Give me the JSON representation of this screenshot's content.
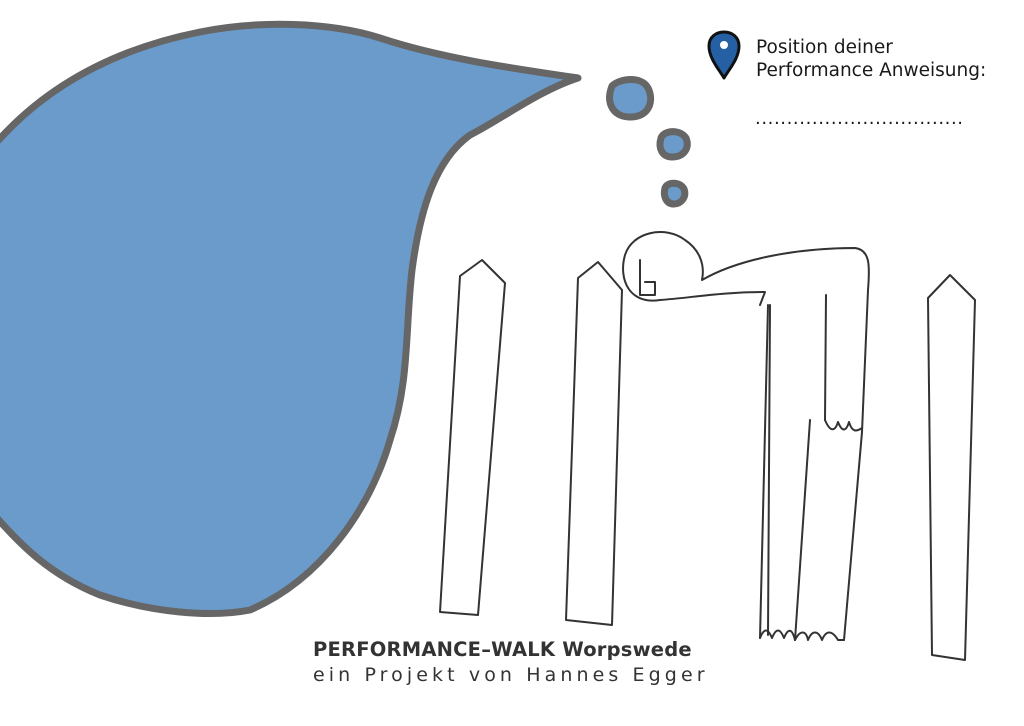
{
  "position": {
    "icon": "map-pin-icon",
    "line1": "Position deiner",
    "line2": "Performance Anweisung:",
    "blank": "................................."
  },
  "footer": {
    "title": "PERFORMANCE–WALK Worpswede",
    "subtitle": "ein Projekt von Hannes Egger"
  },
  "colors": {
    "bubble_fill": "#6a9bcb",
    "bubble_stroke": "#666666",
    "pin_fill": "#2660a4"
  }
}
